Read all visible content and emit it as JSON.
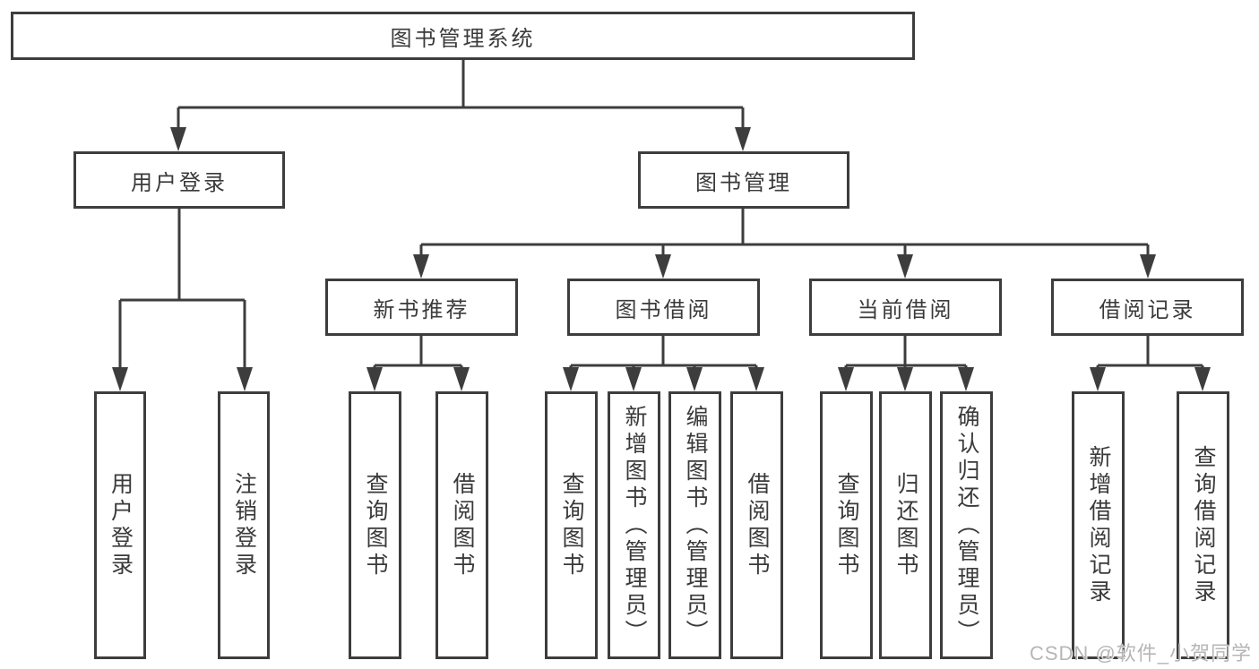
{
  "title": "图书管理系统",
  "colors": {
    "line": "#3d3d3d",
    "box_border": "#3d3d3d",
    "text": "#3a3a3a",
    "background": "#ffffff",
    "watermark": "#b6b6b6"
  },
  "tree": {
    "label": "图书管理系统",
    "children": [
      {
        "label": "用户登录",
        "children": [
          {
            "label": "用户登录"
          },
          {
            "label": "注销登录"
          }
        ]
      },
      {
        "label": "图书管理",
        "children": [
          {
            "label": "新书推荐",
            "children": [
              {
                "label": "查询图书"
              },
              {
                "label": "借阅图书"
              }
            ]
          },
          {
            "label": "图书借阅",
            "children": [
              {
                "label": "查询图书"
              },
              {
                "label": "新增图书（管理员）"
              },
              {
                "label": "编辑图书（管理员）"
              },
              {
                "label": "借阅图书"
              }
            ]
          },
          {
            "label": "当前借阅",
            "children": [
              {
                "label": "查询图书"
              },
              {
                "label": "归还图书"
              },
              {
                "label": "确认归还（管理员）"
              }
            ]
          },
          {
            "label": "借阅记录",
            "children": [
              {
                "label": "新增借阅记录"
              },
              {
                "label": "查询借阅记录"
              }
            ]
          }
        ]
      }
    ]
  },
  "watermark": {
    "text": "CSDN @软件_小贺同学"
  }
}
